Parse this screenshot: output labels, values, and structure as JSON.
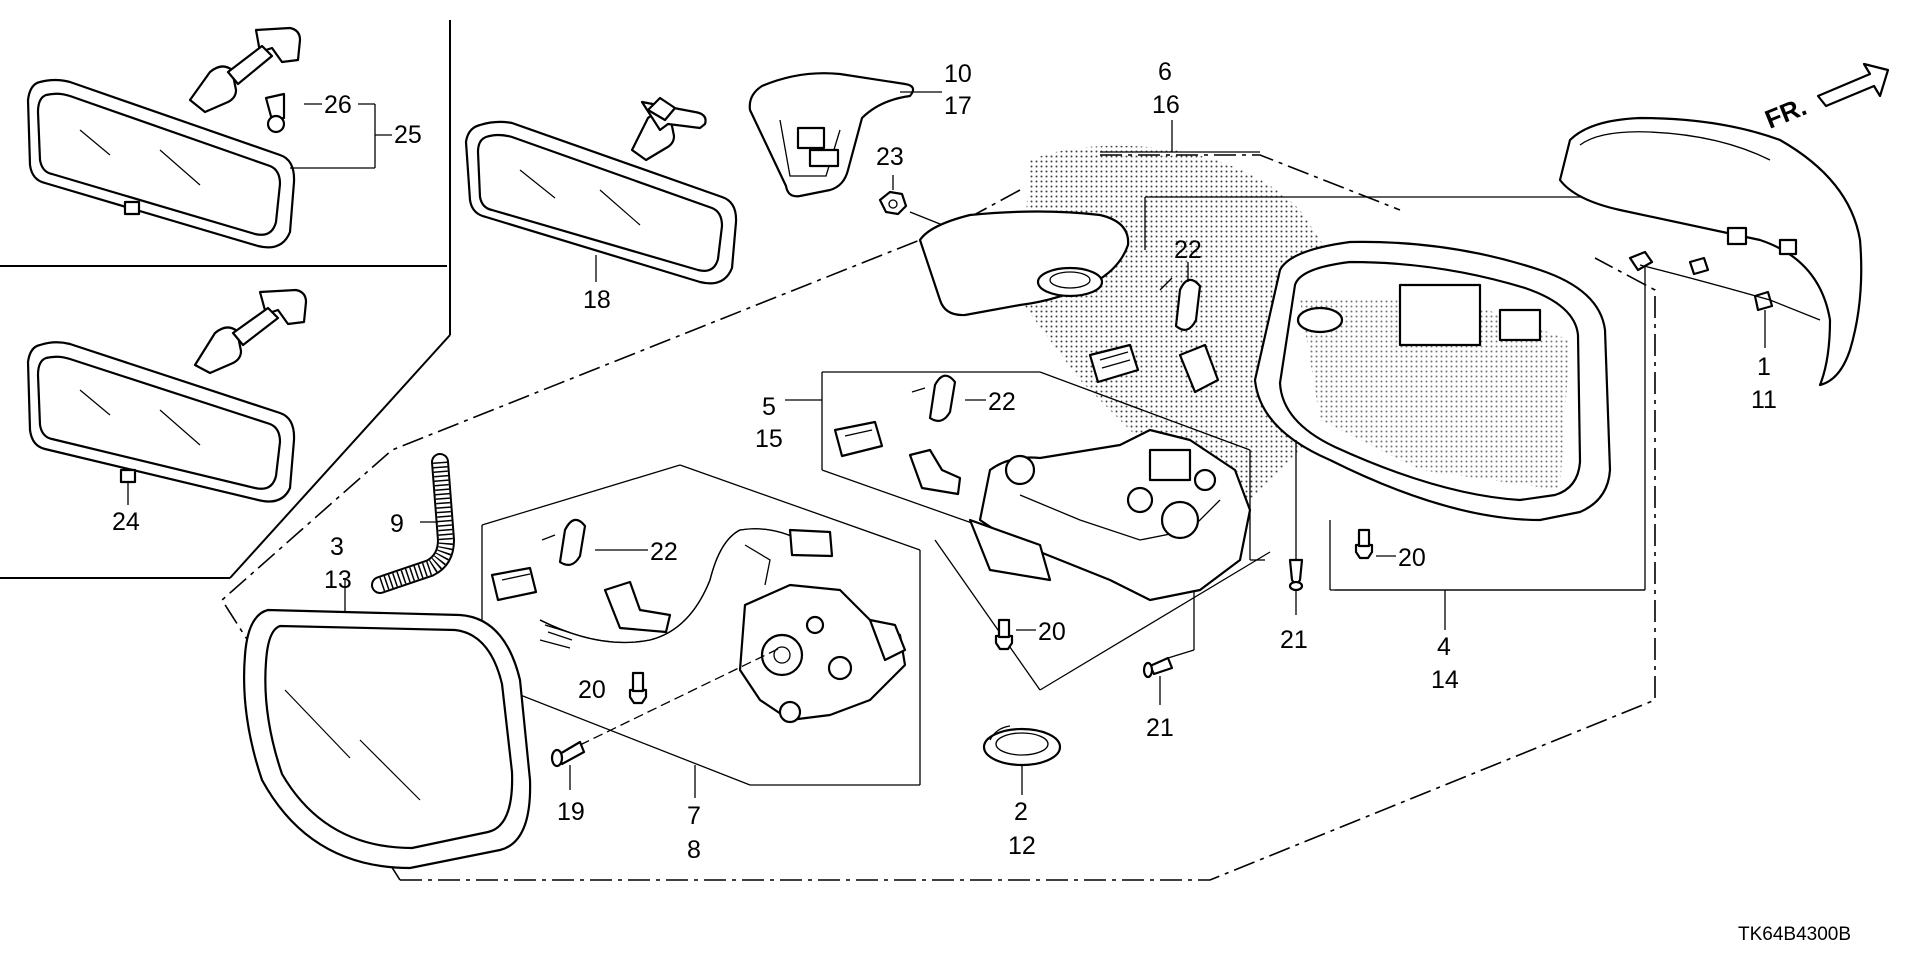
{
  "diagram_code": "TK64B4300B",
  "fr_label": "FR.",
  "callouts": {
    "c1": "1",
    "c11": "11",
    "c2": "2",
    "c12": "12",
    "c3": "3",
    "c13": "13",
    "c4": "4",
    "c14": "14",
    "c5": "5",
    "c15": "15",
    "c6": "6",
    "c16": "16",
    "c7": "7",
    "c8": "8",
    "c9": "9",
    "c10": "10",
    "c17": "17",
    "c18": "18",
    "c19": "19",
    "c20a": "20",
    "c20b": "20",
    "c20c": "20",
    "c21a": "21",
    "c21b": "21",
    "c22a": "22",
    "c22b": "22",
    "c22c": "22",
    "c23": "23",
    "c24": "24",
    "c25": "25",
    "c26": "26"
  }
}
